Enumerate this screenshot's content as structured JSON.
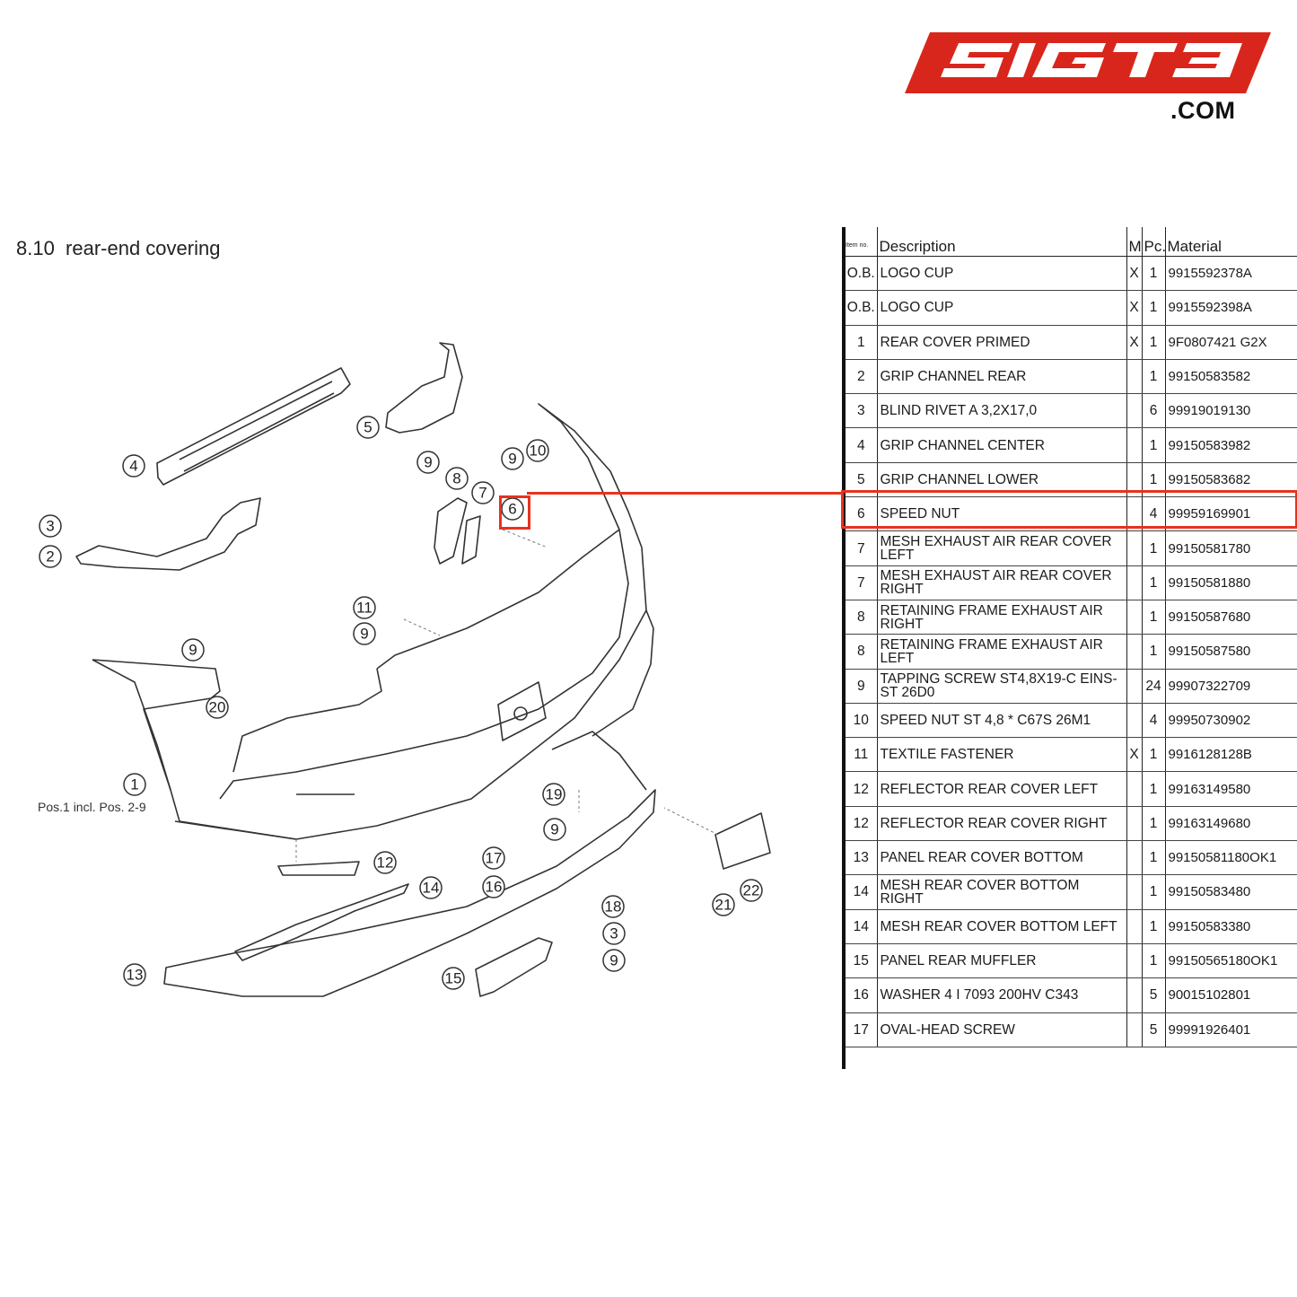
{
  "logo": {
    "brand": "SIGT3",
    "suffix": ".COM",
    "brand_color": "#d9261c"
  },
  "section_title": "8.10  rear-end covering",
  "diagram": {
    "pos_note": "Pos.1 incl. Pos. 2-9",
    "callouts": [
      "1",
      "2",
      "3",
      "4",
      "5",
      "6",
      "7",
      "8",
      "9",
      "9",
      "9",
      "9",
      "9",
      "9",
      "10",
      "11",
      "12",
      "13",
      "14",
      "15",
      "16",
      "17",
      "18",
      "3",
      "19",
      "20",
      "21",
      "22"
    ],
    "highlight_color": "#e8321e",
    "highlighted_item": "6"
  },
  "table": {
    "headers": {
      "item": "Item no.",
      "description": "Description",
      "m": "M",
      "pc": "Pc.",
      "material": "Material"
    },
    "rows": [
      {
        "item": "O.B.",
        "description": "LOGO CUP",
        "m": "X",
        "pc": "1",
        "material": "9915592378A"
      },
      {
        "item": "O.B.",
        "description": "LOGO CUP",
        "m": "X",
        "pc": "1",
        "material": "9915592398A"
      },
      {
        "item": "1",
        "description": "REAR COVER PRIMED",
        "m": "X",
        "pc": "1",
        "material": "9F0807421  G2X"
      },
      {
        "item": "2",
        "description": "GRIP CHANNEL REAR",
        "m": "",
        "pc": "1",
        "material": "99150583582"
      },
      {
        "item": "3",
        "description": "BLIND RIVET A 3,2X17,0",
        "m": "",
        "pc": "6",
        "material": "99919019130"
      },
      {
        "item": "4",
        "description": "GRIP CHANNEL CENTER",
        "m": "",
        "pc": "1",
        "material": "99150583982"
      },
      {
        "item": "5",
        "description": "GRIP CHANNEL LOWER",
        "m": "",
        "pc": "1",
        "material": "99150583682"
      },
      {
        "item": "6",
        "description": "SPEED NUT",
        "m": "",
        "pc": "4",
        "material": "99959169901"
      },
      {
        "item": "7",
        "description": "MESH EXHAUST AIR REAR COVER LEFT",
        "m": "",
        "pc": "1",
        "material": "99150581780"
      },
      {
        "item": "7",
        "description": "MESH EXHAUST AIR REAR COVER RIGHT",
        "m": "",
        "pc": "1",
        "material": "99150581880"
      },
      {
        "item": "8",
        "description": "RETAINING FRAME EXHAUST AIR RIGHT",
        "m": "",
        "pc": "1",
        "material": "99150587680"
      },
      {
        "item": "8",
        "description": "RETAINING FRAME EXHAUST AIR LEFT",
        "m": "",
        "pc": "1",
        "material": "99150587580"
      },
      {
        "item": "9",
        "description": "TAPPING SCREW ST4,8X19-C EINS-ST 26D0",
        "m": "",
        "pc": "24",
        "material": "99907322709"
      },
      {
        "item": "10",
        "description": "SPEED NUT ST 4,8 * C67S 26M1",
        "m": "",
        "pc": "4",
        "material": "99950730902"
      },
      {
        "item": "11",
        "description": "TEXTILE FASTENER",
        "m": "X",
        "pc": "1",
        "material": "9916128128B"
      },
      {
        "item": "12",
        "description": "REFLECTOR REAR COVER LEFT",
        "m": "",
        "pc": "1",
        "material": "99163149580"
      },
      {
        "item": "12",
        "description": "REFLECTOR REAR COVER RIGHT",
        "m": "",
        "pc": "1",
        "material": "99163149680"
      },
      {
        "item": "13",
        "description": "PANEL REAR COVER BOTTOM",
        "m": "",
        "pc": "1",
        "material": "99150581180OK1"
      },
      {
        "item": "14",
        "description": "MESH REAR COVER BOTTOM RIGHT",
        "m": "",
        "pc": "1",
        "material": "99150583480"
      },
      {
        "item": "14",
        "description": "MESH REAR COVER BOTTOM LEFT",
        "m": "",
        "pc": "1",
        "material": "99150583380"
      },
      {
        "item": "15",
        "description": "PANEL REAR MUFFLER",
        "m": "",
        "pc": "1",
        "material": "99150565180OK1"
      },
      {
        "item": "16",
        "description": "WASHER 4 I 7093 200HV C343",
        "m": "",
        "pc": "5",
        "material": "90015102801"
      },
      {
        "item": "17",
        "description": "OVAL-HEAD SCREW",
        "m": "",
        "pc": "5",
        "material": "99991926401"
      }
    ]
  }
}
